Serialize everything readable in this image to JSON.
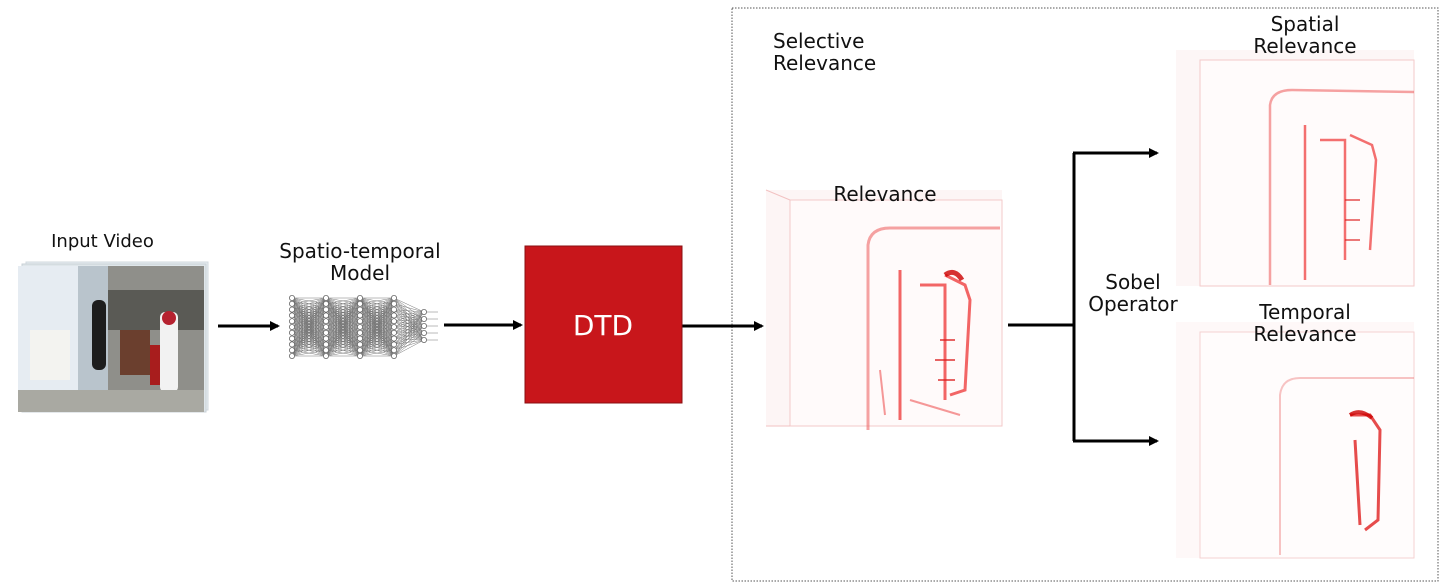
{
  "input": {
    "label": "Input Video"
  },
  "model": {
    "label_line1": "Spatio-temporal",
    "label_line2": "Model"
  },
  "dtd": {
    "label": "DTD",
    "color": "#c8161b"
  },
  "selective": {
    "line1": "Selective",
    "line2": "Relevance"
  },
  "relevance": {
    "label": "Relevance"
  },
  "sobel": {
    "line1": "Sobel",
    "line2": "Operator"
  },
  "spatial": {
    "line1": "Spatial",
    "line2": "Relevance"
  },
  "temporal": {
    "line1": "Temporal",
    "line2": "Relevance"
  },
  "colors": {
    "relevance_red": "#e23a3a",
    "arrow": "#000000"
  }
}
